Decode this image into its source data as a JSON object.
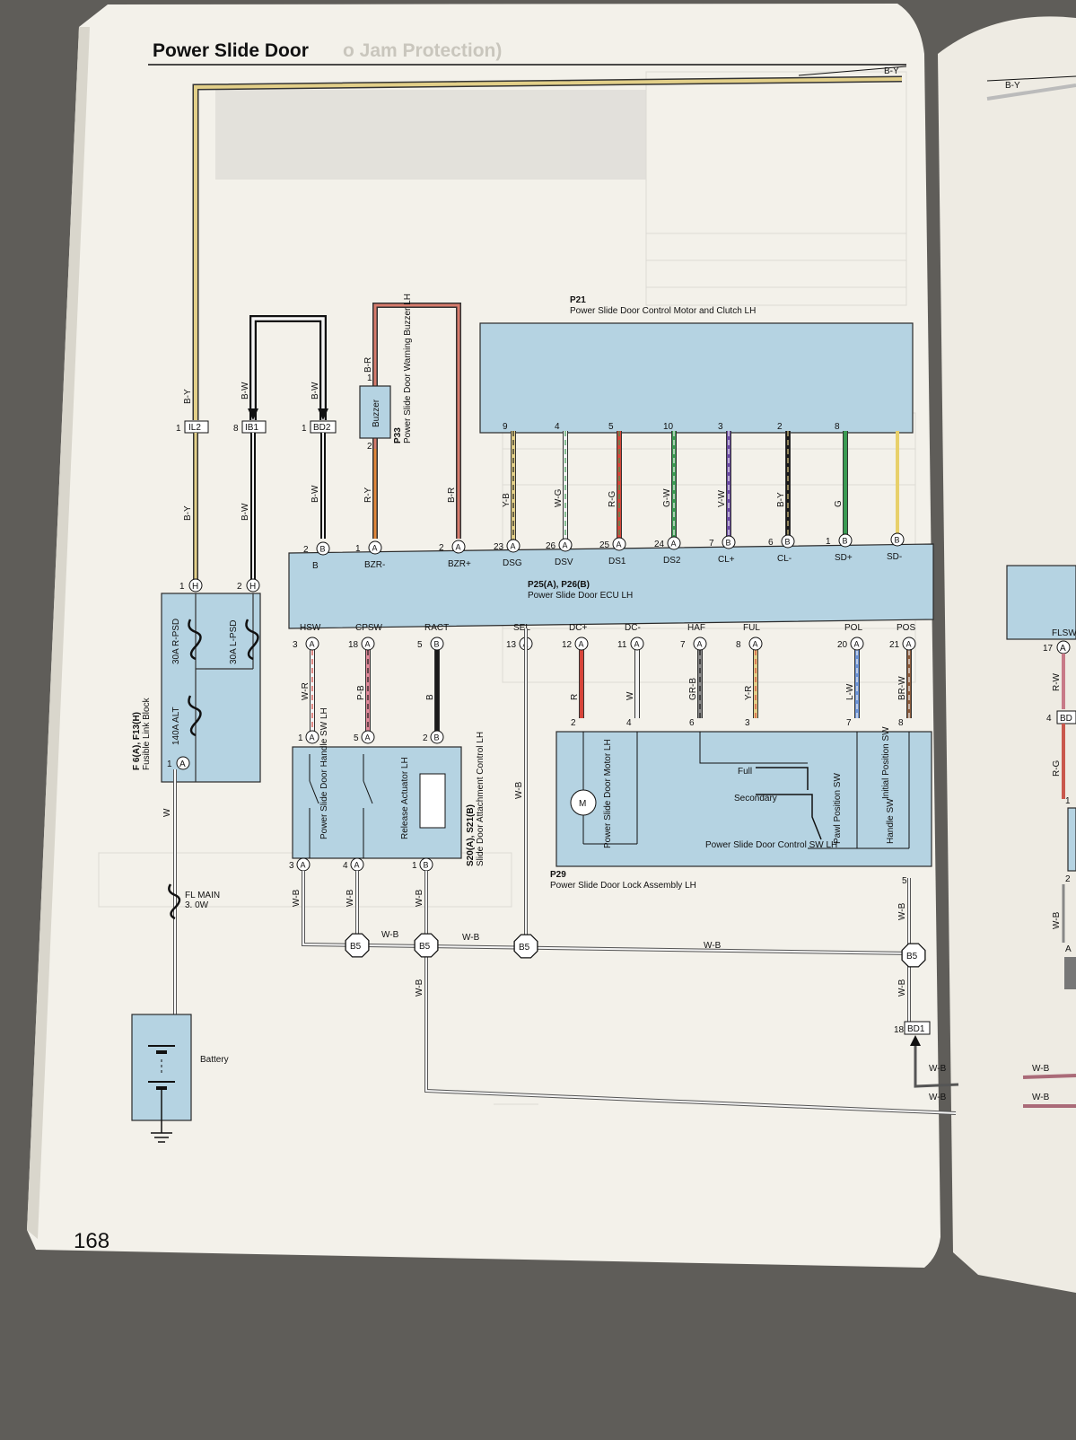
{
  "page": {
    "title": "Power Slide Door",
    "title_ghost": "o Jam Protection)",
    "page_number": "168"
  },
  "colors": {
    "background": "#5f5d59",
    "paper": "#f3f1ea",
    "component_fill": "#b5d3e2",
    "wire_yellow": "#d8c27a",
    "wire_black": "#1a1a1a",
    "wire_red": "#d6453a",
    "wire_green": "#3a9a52",
    "wire_violet": "#6a4aa0",
    "wire_blue": "#6b93d6",
    "wire_orange": "#e3883a",
    "wire_pink": "#e08a9a",
    "wire_white": "#eeeeee"
  },
  "icons": [
    "fuse-icon",
    "battery-icon",
    "ground-icon",
    "motor-icon",
    "switch-icon",
    "buzzer-icon",
    "connector-pin-icon",
    "splice-icon"
  ],
  "components": {
    "fusible_link": {
      "ref": "F 6(A), F13(H)",
      "name": "Fusible Link Block",
      "fuse1": "140A ALT",
      "fuse2": "30A R-PSD",
      "fuse3": "30A L-PSD"
    },
    "fl_main": {
      "name": "FL MAIN",
      "value": "3. 0W"
    },
    "battery": {
      "name": "Battery"
    },
    "buzzer": {
      "ref": "P33",
      "name": "Power Slide Door Warning Buzzer LH",
      "inner": "Buzzer"
    },
    "motor_clutch": {
      "ref": "P21",
      "name": "Power Slide Door Control Motor and Clutch LH"
    },
    "ecu": {
      "ref": "P25(A), P26(B)",
      "name": "Power Slide Door ECU LH"
    },
    "attachment": {
      "ref": "S20(A), S21(B)",
      "name": "Slide Door Attachment Control LH",
      "sw": "Power Slide Door Handle SW LH",
      "actuator": "Release Actuator LH"
    },
    "lock_assembly": {
      "ref": "P29",
      "name": "Power Slide Door Lock Assembly LH",
      "motor": "Power Slide Door Motor LH",
      "motor_symbol": "M",
      "full": "Full",
      "secondary": "Secondary",
      "pawl": "Pawl Position SW",
      "initial": "Initial Position SW",
      "handle": "Handle SW",
      "control_sw": "Power Slide Door Control SW LH"
    }
  },
  "connectors": {
    "il2": "IL2",
    "ib1": "IB1",
    "bd2": "BD2",
    "bd1": "BD1",
    "bd": "BD",
    "b5": "B5",
    "flsw": "FLSW"
  },
  "ecu_top_pins": [
    {
      "num": "2",
      "conn": "B",
      "name": "B",
      "wire": "B-W"
    },
    {
      "num": "1",
      "conn": "A",
      "name": "BZR-",
      "wire": "R-Y"
    },
    {
      "num": "2",
      "conn": "A",
      "name": "BZR+",
      "wire": "B-R"
    },
    {
      "num": "23",
      "conn": "A",
      "name": "DSG",
      "wire": "Y-B"
    },
    {
      "num": "26",
      "conn": "A",
      "name": "DSV",
      "wire": "W-G"
    },
    {
      "num": "25",
      "conn": "A",
      "name": "DS1",
      "wire": "R-G"
    },
    {
      "num": "24",
      "conn": "A",
      "name": "DS2",
      "wire": "G-W"
    },
    {
      "num": "7",
      "conn": "B",
      "name": "CL+",
      "wire": "V-W"
    },
    {
      "num": "6",
      "conn": "B",
      "name": "CL-",
      "wire": "B-Y"
    },
    {
      "num": "1",
      "conn": "B",
      "name": "SD+",
      "wire": "G"
    },
    {
      "num": "",
      "conn": "B",
      "name": "SD-",
      "wire": ""
    }
  ],
  "motor_pins": [
    "9",
    "4",
    "5",
    "10",
    "3",
    "2",
    "8"
  ],
  "ecu_bottom_pins": [
    {
      "num": "3",
      "conn": "A",
      "name": "HSW",
      "wire": "W-R"
    },
    {
      "num": "18",
      "conn": "A",
      "name": "CPSW",
      "wire": "P-B"
    },
    {
      "num": "5",
      "conn": "B",
      "name": "RACT",
      "wire": "B"
    },
    {
      "num": "13",
      "conn": "A",
      "name": "SEL",
      "wire": "W-B"
    },
    {
      "num": "12",
      "conn": "A",
      "name": "DC+",
      "wire": "R"
    },
    {
      "num": "11",
      "conn": "A",
      "name": "DC-",
      "wire": "W"
    },
    {
      "num": "7",
      "conn": "A",
      "name": "HAF",
      "wire": "GR-B"
    },
    {
      "num": "8",
      "conn": "A",
      "name": "FUL",
      "wire": "Y-R"
    },
    {
      "num": "20",
      "conn": "A",
      "name": "POL",
      "wire": "L-W"
    },
    {
      "num": "21",
      "conn": "A",
      "name": "POS",
      "wire": "BR-W"
    }
  ],
  "lock_pins": [
    "2",
    "4",
    "6",
    "3",
    "7",
    "8",
    "5"
  ],
  "wires": {
    "by": "B-Y",
    "bw": "B-W",
    "br": "B-R",
    "ry": "R-Y",
    "w": "W",
    "wb": "W-B",
    "rw": "R-W",
    "rg": "R-G"
  },
  "pins": {
    "p1": "1",
    "p2": "2",
    "p3": "3",
    "p4": "4",
    "p5": "5",
    "p8": "8",
    "p17": "17",
    "p18": "18",
    "ca": "A",
    "cb": "B",
    "ch": "H"
  }
}
